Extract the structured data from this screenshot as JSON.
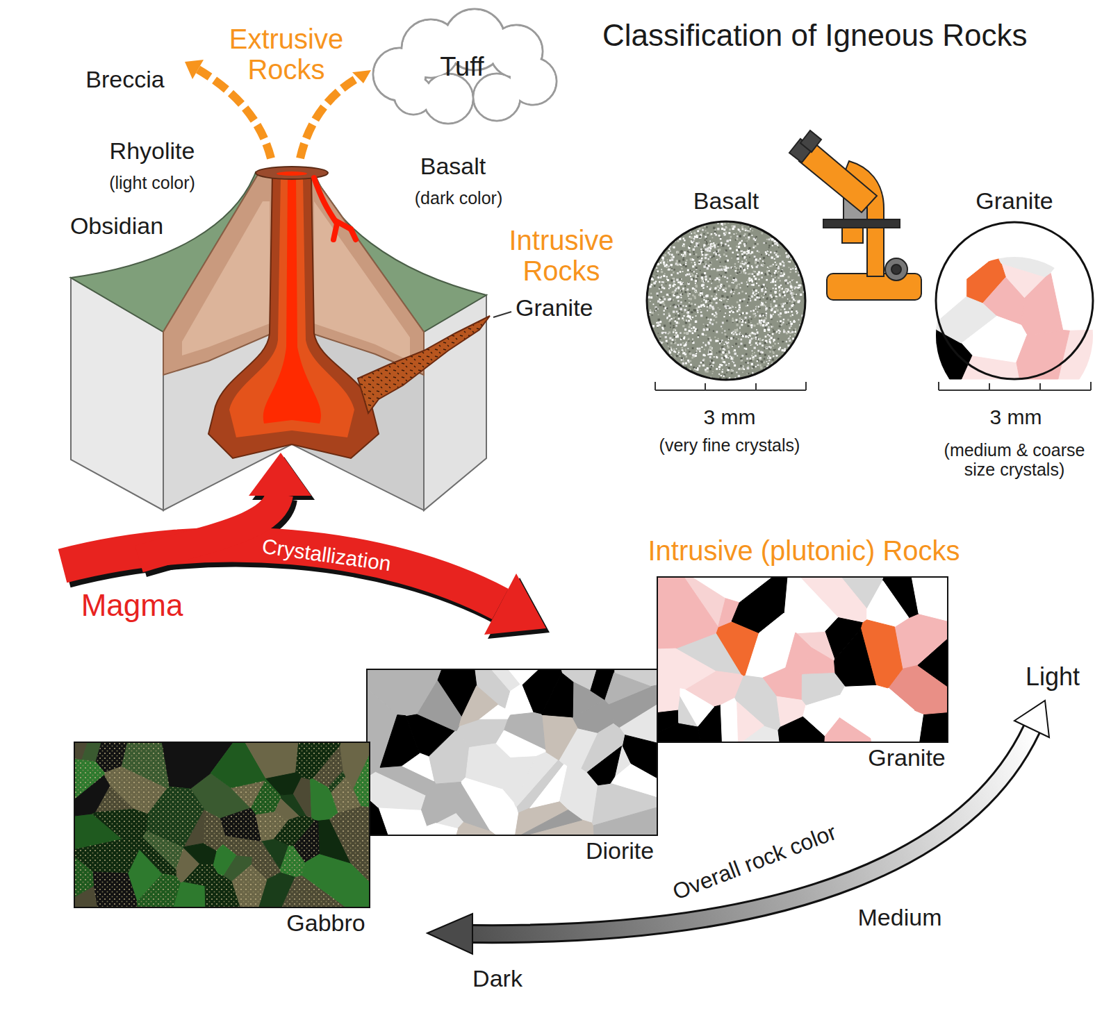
{
  "diagram": {
    "title": "Classification of Igneous Rocks",
    "nodes": [
      {
        "text": [
          "Tuff"
        ]
      },
      {
        "text": [
          "Basalt"
        ]
      },
      {
        "text": [
          "Granite"
        ]
      },
      {
        "text": [
          "Granite"
        ]
      },
      {
        "text": [
          "Diorite"
        ]
      },
      {
        "text": [
          "Gabbro"
        ]
      }
    ],
    "labels": [
      "Extrusive Rocks",
      "Breccia",
      "Rhyolite",
      "(light color)",
      "Obsidian",
      "Basalt",
      "(dark color)",
      "Intrusive Rocks",
      "Granite",
      "3 mm",
      "(very fine crystals)",
      "3 mm",
      "(medium & coarse size crystals)",
      "Crystallization",
      "Magma",
      "Intrusive (plutonic) Rocks",
      "Light",
      "Overall rock color",
      "Medium",
      "Dark"
    ]
  }
}
